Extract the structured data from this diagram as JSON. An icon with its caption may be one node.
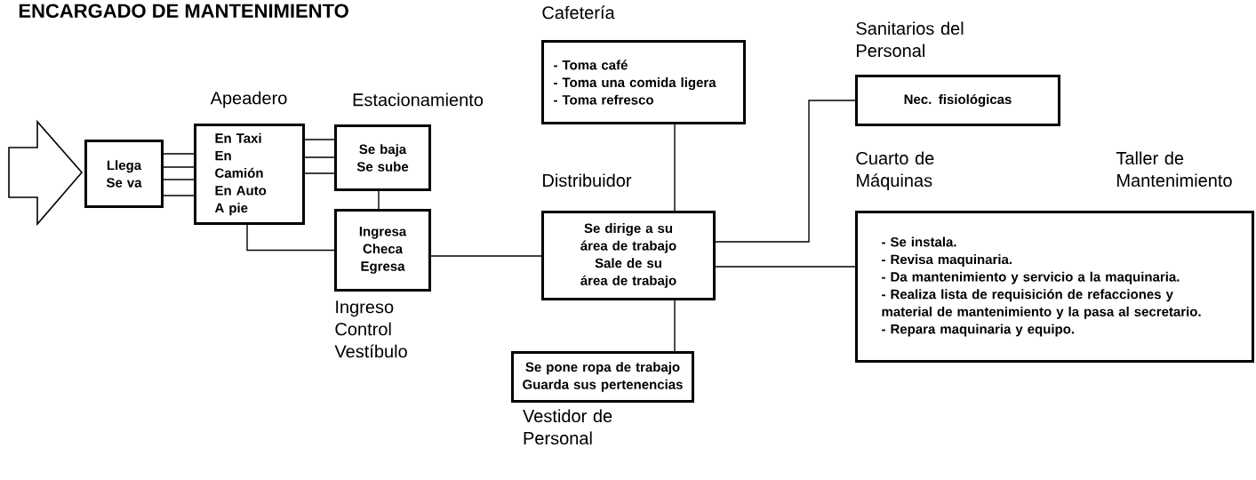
{
  "diagram": {
    "title": "ENCARGADO DE MANTENIMIENTO",
    "nodes": [
      {
        "text": [],
        "shape": "arrow"
      },
      {
        "text": [
          "Llega",
          "Se va"
        ]
      },
      {
        "text": [
          "Apeadero",
          "En Taxi",
          "En Camión",
          "En Auto",
          "A pie"
        ]
      },
      {
        "text": [
          "Estacionamiento",
          "Se baja",
          "Se sube"
        ]
      },
      {
        "text": [
          "Ingresa",
          "Checa",
          "Egresa"
        ],
        "beside": [
          "Ingreso Control Vestíbulo"
        ]
      },
      {
        "text": [
          "Cafetería",
          "- Toma café",
          "- Toma una comida ligera",
          "- Toma refresco"
        ]
      },
      {
        "text": [
          "Distribuidor",
          "Se dirige a su área de trabajo",
          "Sale de su área de trabajo"
        ]
      },
      {
        "text": [
          "Sanitarios del Personal",
          "Nec. fisiológicas"
        ]
      },
      {
        "text": [
          "Cuarto de Máquinas",
          "Taller de Mantenimiento",
          "- Se instala.",
          "- Revisa maquinaria.",
          "- Da mantenimiento y servicio a la maquinaria.",
          "- Realiza lista de requisición de refacciones y material de mantenimiento y la pasa al secretario.",
          "- Repara maquinaria y equipo."
        ]
      },
      {
        "text": [
          "Se pone ropa de trabajo",
          "Guarda sus pertenencias"
        ],
        "beside": [
          "Vestidor de Personal"
        ]
      }
    ],
    "edges": [
      {
        "from": 1,
        "to": 2,
        "arrow": "none"
      },
      {
        "from": 1,
        "to": 2,
        "arrow": "none"
      },
      {
        "from": 1,
        "to": 2,
        "arrow": "none"
      },
      {
        "from": 1,
        "to": 2,
        "arrow": "none"
      },
      {
        "from": 2,
        "to": 3,
        "arrow": "none"
      },
      {
        "from": 2,
        "to": 3,
        "arrow": "none"
      },
      {
        "from": 2,
        "to": 3,
        "arrow": "none"
      },
      {
        "from": 3,
        "to": 4,
        "arrow": "none"
      },
      {
        "from": 2,
        "to": 4,
        "arrow": "none"
      },
      {
        "from": 4,
        "to": 6,
        "arrow": "none"
      },
      {
        "from": 5,
        "to": 6,
        "arrow": "none"
      },
      {
        "from": 6,
        "to": 7,
        "arrow": "none"
      },
      {
        "from": 6,
        "to": 8,
        "arrow": "none"
      },
      {
        "from": 6,
        "to": 9,
        "arrow": "none"
      }
    ]
  }
}
